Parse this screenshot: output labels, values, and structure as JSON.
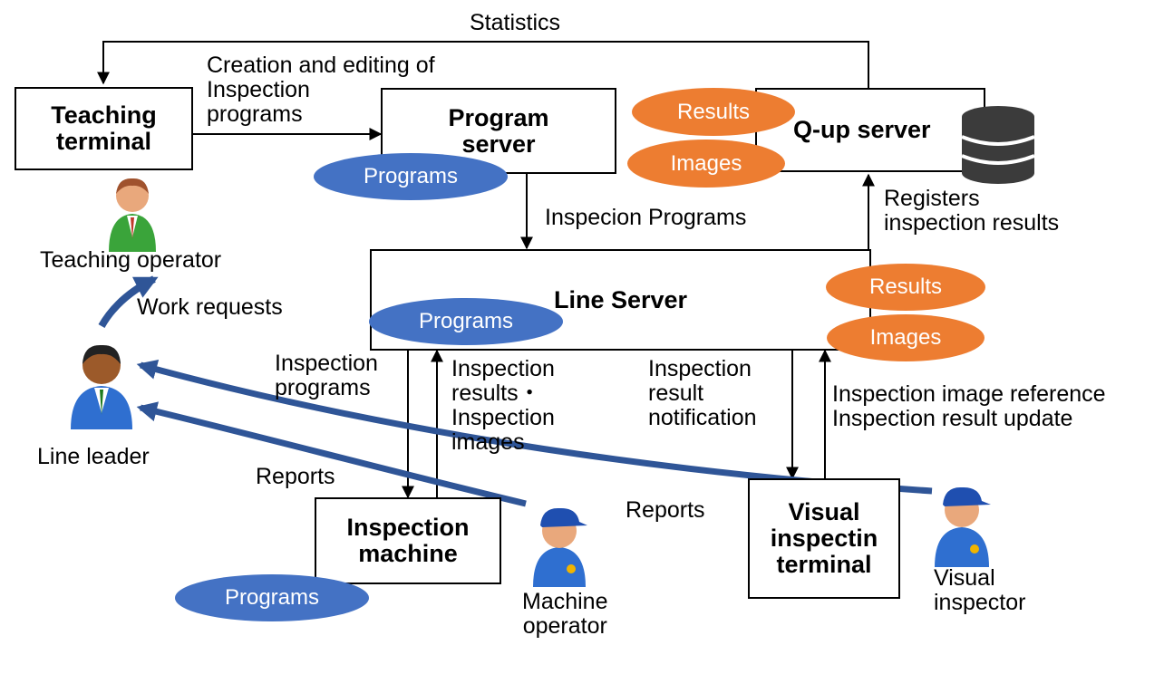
{
  "boxes": {
    "teaching_terminal": "Teaching\nterminal",
    "program_server": "Program\nserver",
    "qup_server": "Q-up server",
    "line_server": "Line Server",
    "inspection_machine": "Inspection\nmachine",
    "visual_terminal": "Visual\ninspectin\nterminal"
  },
  "bubbles": {
    "program_server_programs": "Programs",
    "line_server_programs": "Programs",
    "machine_programs": "Programs",
    "qup_results": "Results",
    "qup_images": "Images",
    "line_results": "Results",
    "line_images": "Images"
  },
  "labels": {
    "statistics": "Statistics",
    "creation_editing": "Creation and editing of\nInspection\nprograms",
    "inspecion_programs": "Inspecion Programs",
    "registers_results": "Registers\ninspection results",
    "work_requests": "Work requests",
    "inspection_programs_down": "Inspection\nprograms",
    "results_images_up": "Inspection\nresults・\nInspection\nimages",
    "result_notification": "Inspection\nresult\nnotification",
    "image_reference_update": "Inspection image reference\nInspection result update",
    "reports_left": "Reports",
    "reports_right": "Reports"
  },
  "people": {
    "teaching_operator": "Teaching operator",
    "line_leader": "Line leader",
    "machine_operator": "Machine\noperator",
    "visual_inspector": "Visual\ninspector"
  },
  "colors": {
    "program_bubble": "#4472c4",
    "data_bubble": "#ed7d31",
    "report_arrow": "#2f5597",
    "database": "#3b3b3b"
  }
}
